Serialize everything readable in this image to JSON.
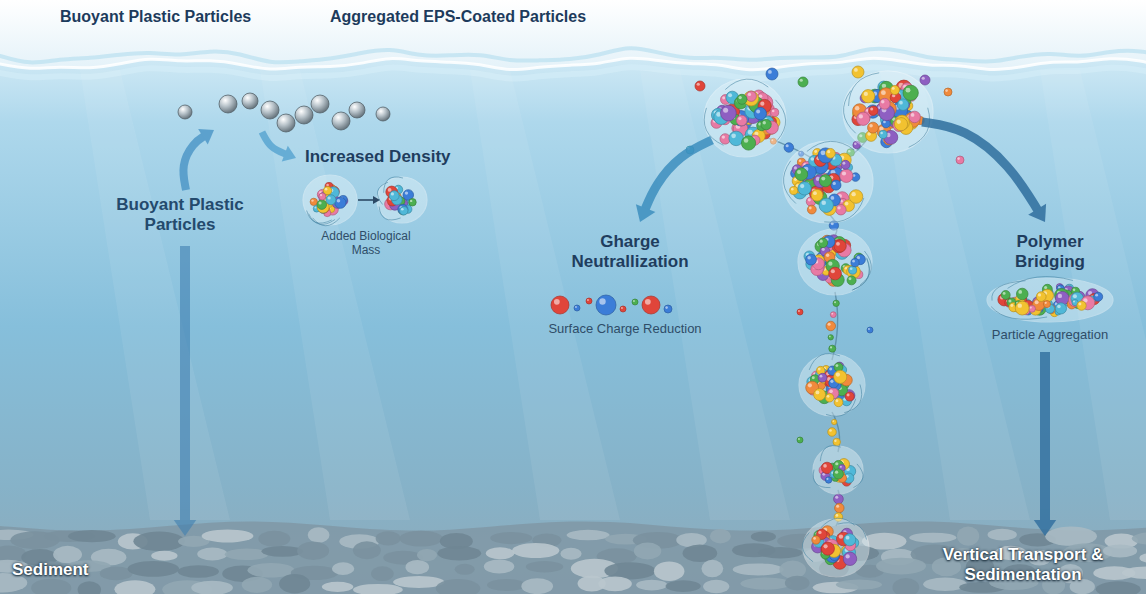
{
  "diagram": {
    "labels": [
      "Buoyant Plastic Particles",
      "Aggregated EPS-Coated Particles",
      "Increased Density",
      "Gharge Neutrallization",
      "Polymer Bridging",
      "Buoyant Plastic Particles",
      "Added Biological Mass",
      "Surface Charge Reduction",
      "Particle Aggregation",
      "Sediment",
      "Vertical Transport & Sedimentation"
    ]
  }
}
